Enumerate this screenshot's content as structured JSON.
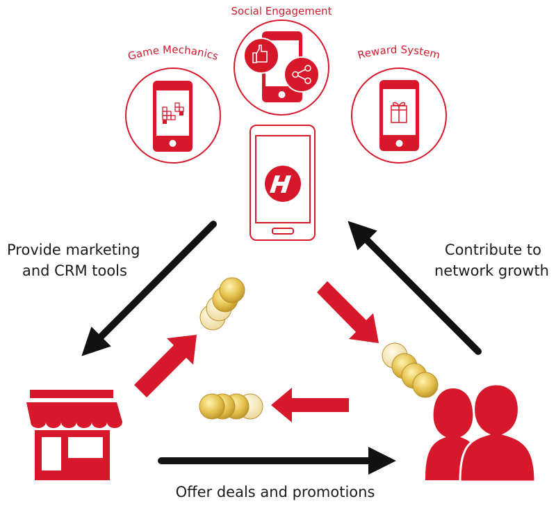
{
  "colors": {
    "accent": "#d7182a",
    "dark": "#111111",
    "coin": "#e3bf4a"
  },
  "features": [
    {
      "label": "Game Mechanics",
      "icon": "tetris-blocks-icon"
    },
    {
      "label": "Social Engagement",
      "icon": "thumbs-up-share-icon"
    },
    {
      "label": "Reward System",
      "icon": "gift-icon"
    }
  ],
  "center_logo": "H",
  "labels": {
    "left_line1": "Provide marketing",
    "left_line2": "and CRM tools",
    "right_line1": "Contribute to",
    "right_line2": "network growth",
    "bottom": "Offer deals and promotions"
  }
}
